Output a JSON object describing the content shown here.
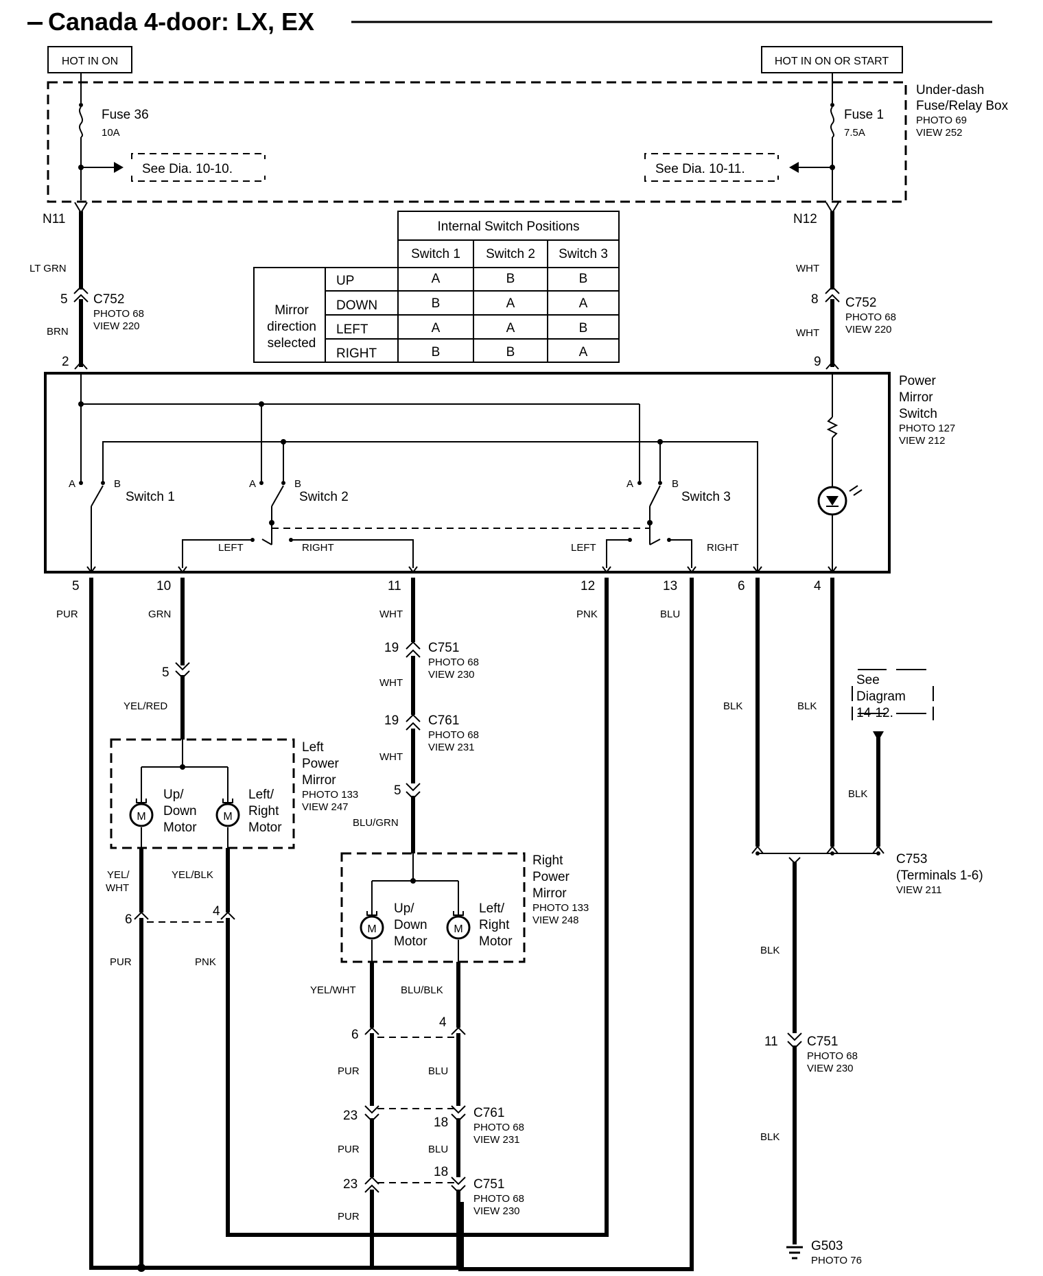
{
  "title": "Canada 4-door: LX, EX",
  "power_labels": {
    "left": "HOT IN ON",
    "right": "HOT IN ON OR START"
  },
  "fuse_box": {
    "name_line1": "Under-dash",
    "name_line2": "Fuse/Relay Box",
    "photo": "PHOTO 69",
    "view": "VIEW 252"
  },
  "fuse36": {
    "name": "Fuse 36",
    "rating": "10A",
    "see": "See Dia. 10-10."
  },
  "fuse1": {
    "name": "Fuse 1",
    "rating": "7.5A",
    "see": "See Dia. 10-11."
  },
  "nodes": {
    "left": "N11",
    "right": "N12"
  },
  "table": {
    "caption": "Internal Switch Positions",
    "columns": [
      "Switch 1",
      "Switch 2",
      "Switch 3"
    ],
    "row_group_line1": "Mirror",
    "row_group_line2": "direction",
    "row_group_line3": "selected",
    "rows": [
      {
        "label": "UP",
        "values": [
          "A",
          "B",
          "B"
        ]
      },
      {
        "label": "DOWN",
        "values": [
          "B",
          "A",
          "A"
        ]
      },
      {
        "label": "LEFT",
        "values": [
          "A",
          "A",
          "B"
        ]
      },
      {
        "label": "RIGHT",
        "values": [
          "B",
          "B",
          "A"
        ]
      }
    ]
  },
  "wires": {
    "lt_grn": "LT GRN",
    "brn": "BRN",
    "wht": "WHT",
    "pur": "PUR",
    "grn": "GRN",
    "pnk": "PNK",
    "blu": "BLU",
    "blk": "BLK",
    "yel_red": "YEL/RED",
    "blu_grn": "BLU/GRN",
    "yel_wht_line1": "YEL/",
    "yel_wht_line2": "WHT",
    "yel_blk": "YEL/BLK",
    "yel_wht": "YEL/WHT",
    "blu_blk": "BLU/BLK"
  },
  "connectors": {
    "c752": "C752",
    "c751": "C751",
    "c761": "C761",
    "c753": "C753",
    "c753_terminals": "(Terminals 1-6)",
    "c753_view": "VIEW 211",
    "photo68": "PHOTO 68",
    "view220": "VIEW 220",
    "view230": "VIEW 230",
    "view231": "VIEW 231"
  },
  "pins": {
    "p2": "2",
    "p4": "4",
    "p5": "5",
    "p6": "6",
    "p8": "8",
    "p9": "9",
    "p10": "10",
    "p11": "11",
    "p12": "12",
    "p13": "13",
    "p18": "18",
    "p19": "19",
    "p23": "23"
  },
  "power_mirror_switch": {
    "line1": "Power",
    "line2": "Mirror",
    "line3": "Switch",
    "photo": "PHOTO 127",
    "view": "VIEW 212",
    "switch1": "Switch 1",
    "switch2": "Switch 2",
    "switch3": "Switch 3",
    "a": "A",
    "b": "B",
    "left": "LEFT",
    "right": "RIGHT"
  },
  "left_mirror": {
    "line1": "Left",
    "line2": "Power",
    "line3": "Mirror",
    "photo": "PHOTO 133",
    "view": "VIEW 247",
    "m1_line1": "Up/",
    "m1_line2": "Down",
    "m1_line3": "Motor",
    "m2_line1": "Left/",
    "m2_line2": "Right",
    "m2_line3": "Motor",
    "m": "M"
  },
  "right_mirror": {
    "line1": "Right",
    "line2": "Power",
    "line3": "Mirror",
    "photo": "PHOTO 133",
    "view": "VIEW 248",
    "m1_line1": "Up/",
    "m1_line2": "Down",
    "m1_line3": "Motor",
    "m2_line1": "Left/",
    "m2_line2": "Right",
    "m2_line3": "Motor",
    "m": "M"
  },
  "see_diagram": {
    "line1": "See",
    "line2": "Diagram",
    "line3": "14-12."
  },
  "ground": {
    "name": "G503",
    "photo": "PHOTO 76"
  }
}
